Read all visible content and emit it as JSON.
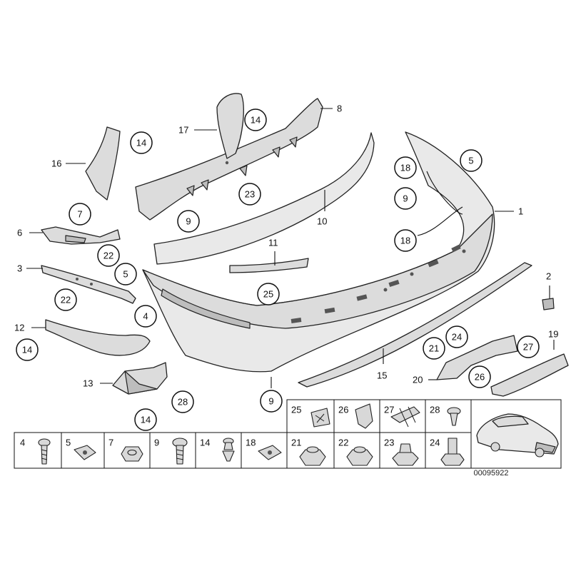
{
  "callouts": {
    "c1": "1",
    "c2": "2",
    "c3": "3",
    "c4": "4",
    "c5a": "5",
    "c5b": "5",
    "c6": "6",
    "c7": "7",
    "c8": "8",
    "c9a": "9",
    "c9b": "9",
    "c9c": "9",
    "c10": "10",
    "c11": "11",
    "c12": "12",
    "c13": "13",
    "c14a": "14",
    "c14b": "14",
    "c14c": "14",
    "c14d": "14",
    "c15": "15",
    "c16": "16",
    "c17": "17",
    "c18a": "18",
    "c18b": "18",
    "c19": "19",
    "c20": "20",
    "c21": "21",
    "c22a": "22",
    "c22b": "22",
    "c23": "23",
    "c24": "24",
    "c25": "25",
    "c26": "26",
    "c27": "27",
    "c28": "28"
  },
  "parts_table": {
    "top_row": [
      "25",
      "26",
      "27",
      "28"
    ],
    "bottom_row": [
      "4",
      "5",
      "7",
      "9",
      "14",
      "18",
      "21",
      "22",
      "23",
      "24"
    ]
  },
  "document_id": "00095922"
}
